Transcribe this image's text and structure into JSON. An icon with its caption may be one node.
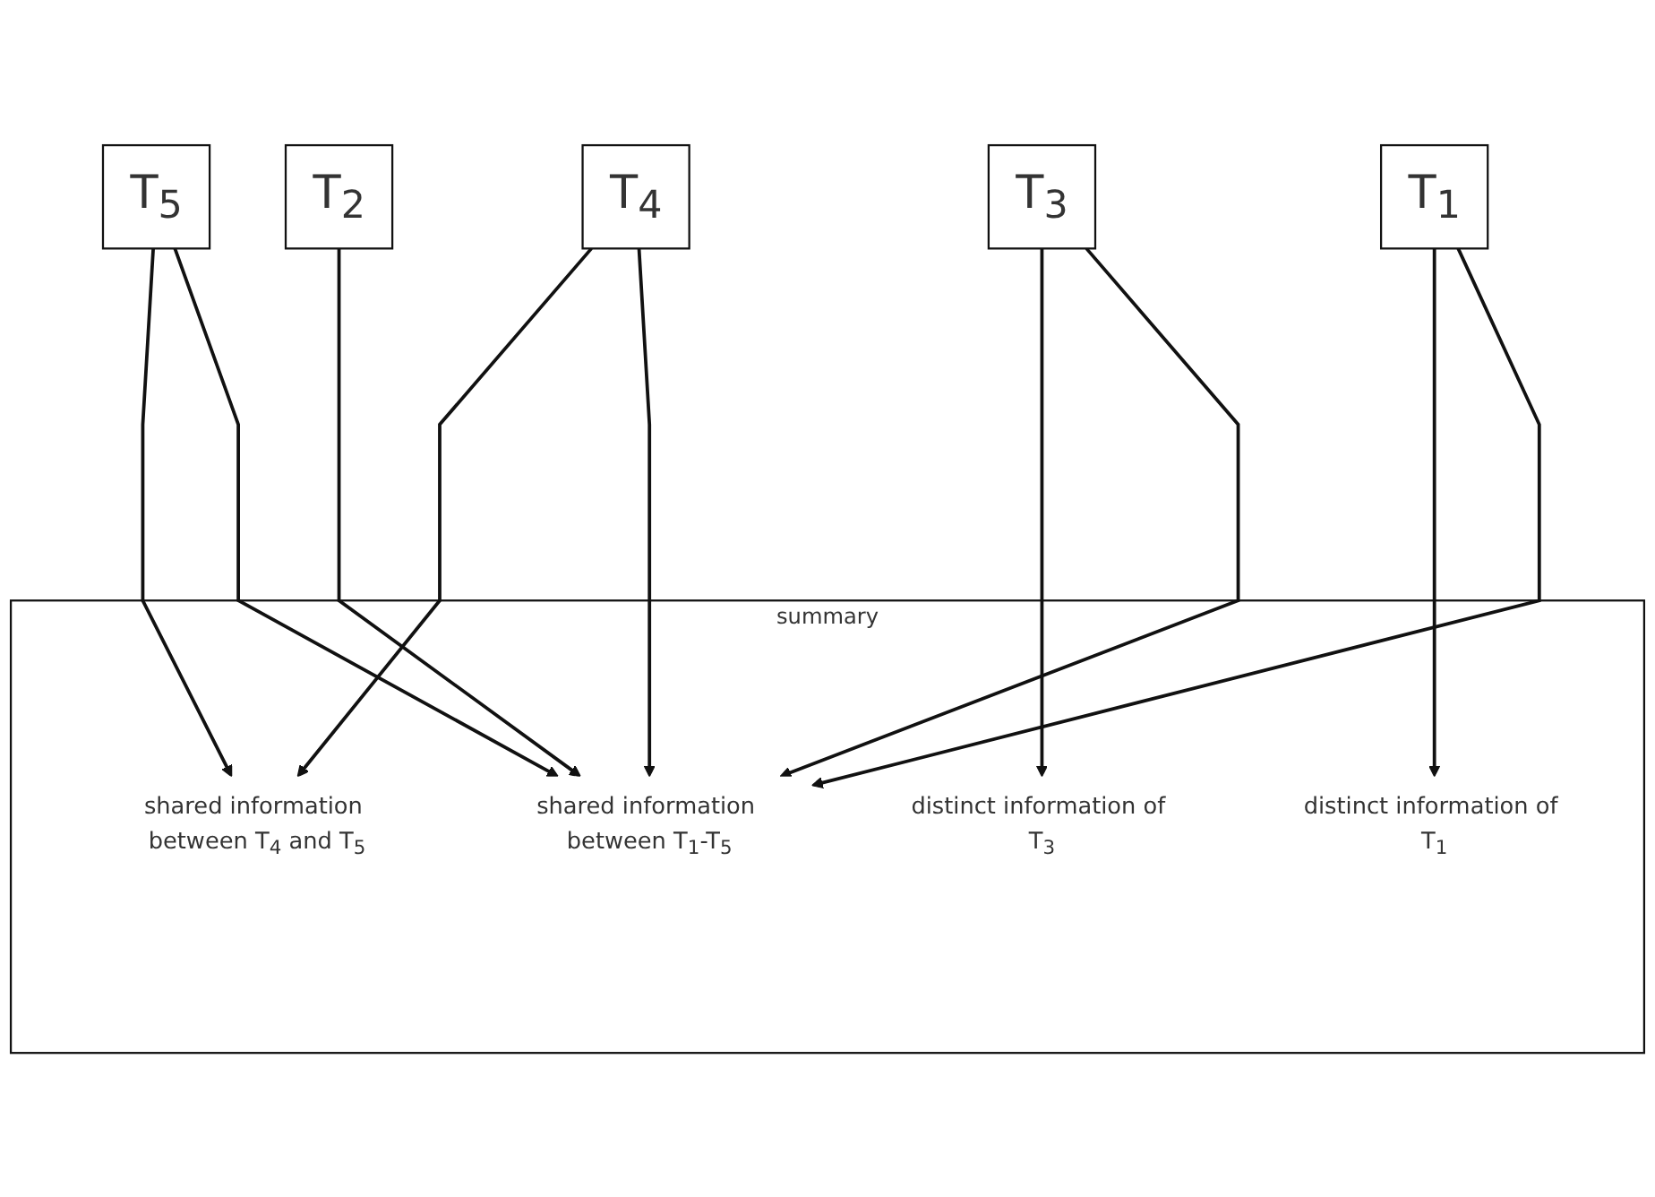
{
  "diagram": {
    "nodes": [
      {
        "text": [
          "T$_{1}$"
        ]
      },
      {
        "text": [
          "T$_{2}$"
        ]
      },
      {
        "text": [
          "T$_{3}$"
        ]
      },
      {
        "text": [
          "T$_{4}$"
        ]
      },
      {
        "text": [
          "T$_{5}$"
        ]
      },
      {
        "text": [
          "summary"
        ]
      },
      {
        "text": [
          "shared information between T$_{1}$-T$_{5}$"
        ],
        "in": 5
      },
      {
        "text": [
          "shared information between T$_{4}$ and T$_{5}$"
        ],
        "in": 5
      },
      {
        "text": [
          "distinct information of T$_{1}$"
        ],
        "in": 5
      },
      {
        "text": [
          "distinct information of T$_{3}$"
        ],
        "in": 5
      }
    ],
    "edges": [
      {
        "from": 0,
        "to": 6,
        "arrow": "to"
      },
      {
        "from": 1,
        "to": 6,
        "arrow": "to"
      },
      {
        "from": 2,
        "to": 6,
        "arrow": "to"
      },
      {
        "from": 3,
        "to": 6,
        "arrow": "to"
      },
      {
        "from": 4,
        "to": 6,
        "arrow": "to"
      },
      {
        "from": 3,
        "to": 7,
        "arrow": "to"
      },
      {
        "from": 4,
        "to": 7,
        "arrow": "to"
      },
      {
        "from": 0,
        "to": 8,
        "arrow": "to"
      },
      {
        "from": 2,
        "to": 9,
        "arrow": "to"
      }
    ]
  }
}
